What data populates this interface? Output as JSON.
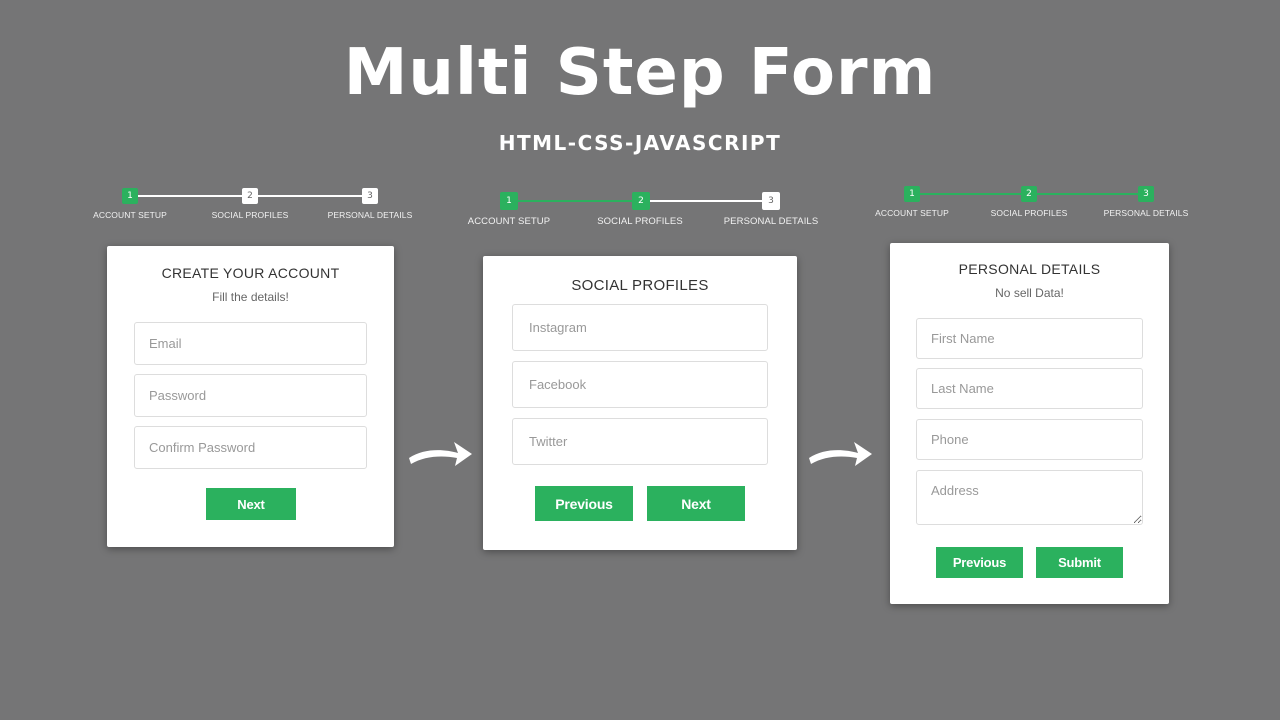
{
  "header": {
    "title": "Multi Step Form",
    "subtitle": "HTML-CSS-JAVASCRIPT"
  },
  "colors": {
    "background": "#757576",
    "accent": "#2bb15e",
    "card": "#ffffff"
  },
  "step_labels": [
    "ACCOUNT SETUP",
    "SOCIAL PROFILES",
    "PERSONAL DETAILS"
  ],
  "panels": [
    {
      "progress": {
        "steps": [
          {
            "number": "1",
            "label": "ACCOUNT SETUP",
            "active": true
          },
          {
            "number": "2",
            "label": "SOCIAL PROFILES",
            "active": false
          },
          {
            "number": "3",
            "label": "PERSONAL DETAILS",
            "active": false
          }
        ]
      },
      "title": "CREATE YOUR ACCOUNT",
      "subtitle": "Fill the details!",
      "fields": [
        {
          "placeholder": "Email",
          "value": ""
        },
        {
          "placeholder": "Password",
          "value": ""
        },
        {
          "placeholder": "Confirm Password",
          "value": ""
        }
      ],
      "buttons": {
        "next": "Next"
      }
    },
    {
      "progress": {
        "steps": [
          {
            "number": "1",
            "label": "ACCOUNT SETUP",
            "active": true
          },
          {
            "number": "2",
            "label": "SOCIAL PROFILES",
            "active": true
          },
          {
            "number": "3",
            "label": "PERSONAL DETAILS",
            "active": false
          }
        ]
      },
      "title": "SOCIAL PROFILES",
      "fields": [
        {
          "placeholder": "Instagram",
          "value": ""
        },
        {
          "placeholder": "Facebook",
          "value": ""
        },
        {
          "placeholder": "Twitter",
          "value": ""
        }
      ],
      "buttons": {
        "previous": "Previous",
        "next": "Next"
      }
    },
    {
      "progress": {
        "steps": [
          {
            "number": "1",
            "label": "ACCOUNT SETUP",
            "active": true
          },
          {
            "number": "2",
            "label": "SOCIAL PROFILES",
            "active": true
          },
          {
            "number": "3",
            "label": "PERSONAL DETAILS",
            "active": true
          }
        ]
      },
      "title": "PERSONAL DETAILS",
      "subtitle": "No sell Data!",
      "fields": [
        {
          "placeholder": "First Name",
          "value": ""
        },
        {
          "placeholder": "Last Name",
          "value": ""
        },
        {
          "placeholder": "Phone",
          "value": ""
        },
        {
          "placeholder": "Address",
          "value": ""
        }
      ],
      "buttons": {
        "previous": "Previous",
        "submit": "Submit"
      }
    }
  ],
  "icons": {
    "arrow": "right-arrow-icon"
  }
}
